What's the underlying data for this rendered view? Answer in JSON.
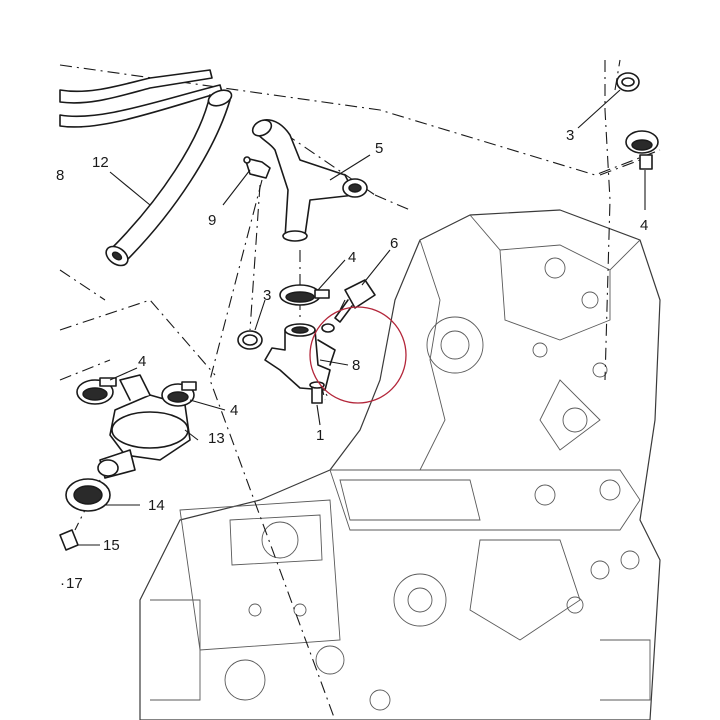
{
  "callouts": [
    {
      "id": "c12",
      "label": "12"
    },
    {
      "id": "c5",
      "label": "5"
    },
    {
      "id": "c9",
      "label": "9"
    },
    {
      "id": "c4a",
      "label": "4"
    },
    {
      "id": "c6",
      "label": "6"
    },
    {
      "id": "c3a",
      "label": "3"
    },
    {
      "id": "c8",
      "label": "8"
    },
    {
      "id": "c4b",
      "label": "4"
    },
    {
      "id": "c4c",
      "label": "4"
    },
    {
      "id": "c13",
      "label": "13"
    },
    {
      "id": "c1",
      "label": "1"
    },
    {
      "id": "c14",
      "label": "14"
    },
    {
      "id": "c15",
      "label": "15"
    },
    {
      "id": "c17",
      "label": "17"
    },
    {
      "id": "c3b",
      "label": "3"
    },
    {
      "id": "c4d",
      "label": "4"
    },
    {
      "id": "c18",
      "label": "8"
    }
  ],
  "highlight": {
    "color": "#b3263a",
    "target": "8"
  }
}
